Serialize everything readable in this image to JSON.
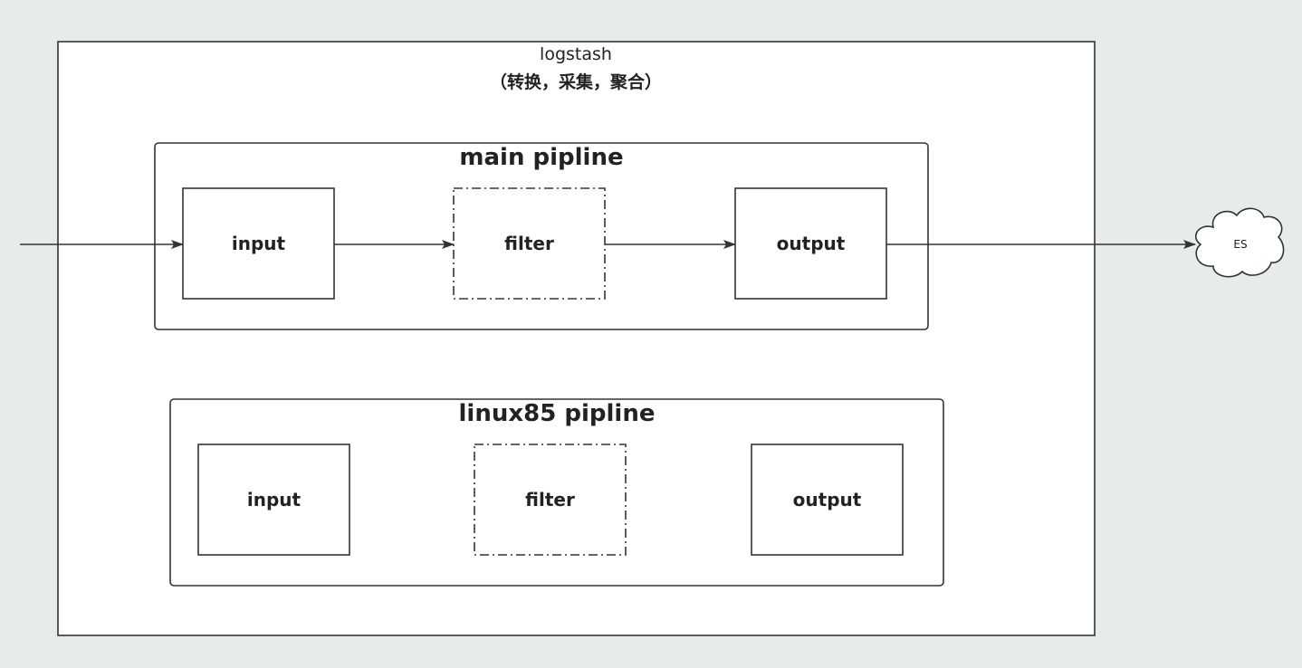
{
  "logstash": {
    "title": "logstash",
    "subtitle": "（转换，采集，聚合）"
  },
  "main_pipeline": {
    "title": "main pipline",
    "input_label": "input",
    "filter_label": "filter",
    "output_label": "output"
  },
  "linux85_pipeline": {
    "title": "linux85 pipline",
    "input_label": "input",
    "filter_label": "filter",
    "output_label": "output"
  },
  "destination": {
    "label": "ES"
  },
  "colors": {
    "background": "#e6ecec",
    "box_fill": "#ffffff",
    "stroke": "#333333"
  }
}
